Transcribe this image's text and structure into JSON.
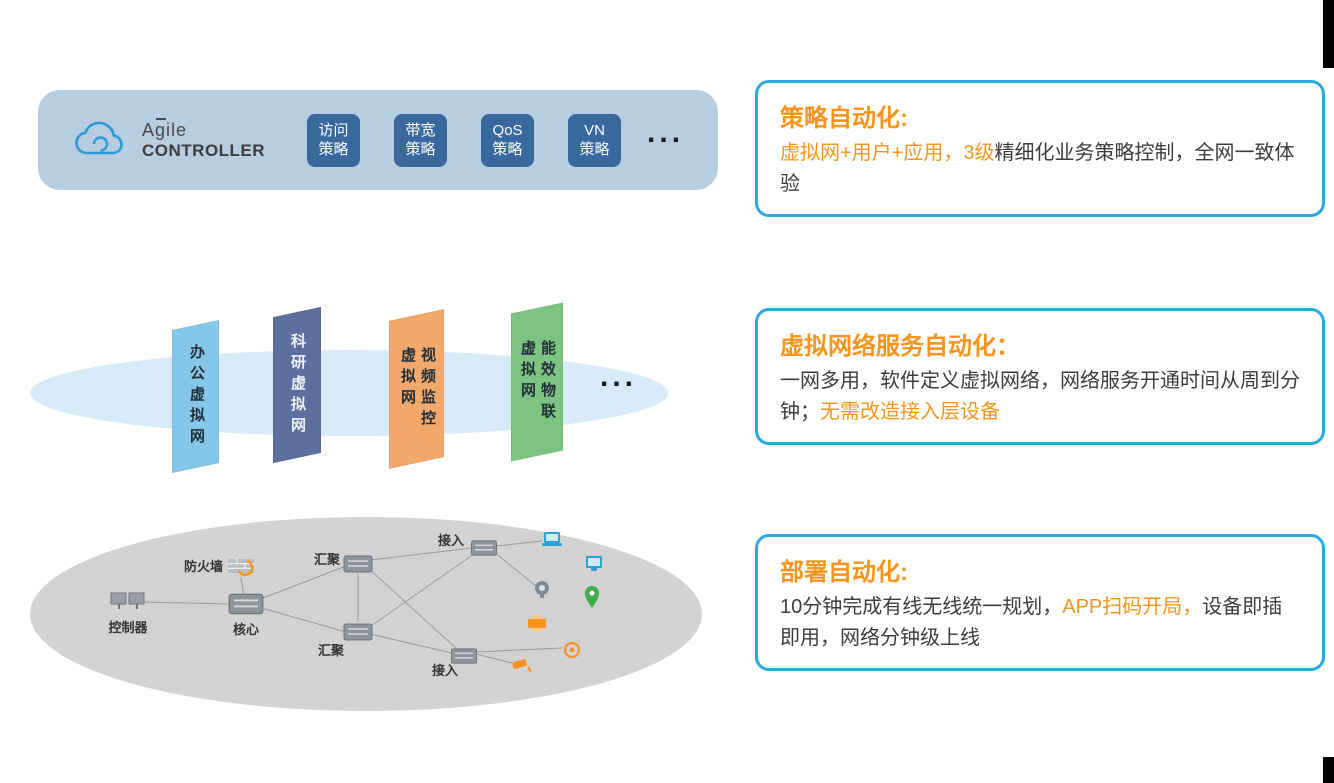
{
  "banner": {
    "brand_top": "Agile",
    "brand_bottom": "CONTROLLER",
    "policies": [
      {
        "line1": "访问",
        "line2": "策略"
      },
      {
        "line1": "带宽",
        "line2": "策略"
      },
      {
        "line1": "QoS",
        "line2": "策略"
      },
      {
        "line1": "VN",
        "line2": "策略"
      }
    ],
    "ellipsis": "..."
  },
  "virtual_layer": {
    "planes": [
      {
        "label": "办公虚拟网",
        "color": "#85c7e9"
      },
      {
        "label": "科研虚拟网",
        "color": "#5c6f9e"
      },
      {
        "label": "视频监控\n虚拟网",
        "color": "#f3a96b"
      },
      {
        "label": "能效物联\n虚拟网",
        "color": "#7dc483"
      }
    ],
    "ellipsis": "..."
  },
  "physical_layer": {
    "labels": {
      "controller": "控制器",
      "firewall": "防火墙",
      "core": "核心",
      "aggregation1": "汇聚",
      "aggregation2": "汇聚",
      "access1": "接入",
      "access2": "接入"
    }
  },
  "callouts": [
    {
      "title": "策略自动化:",
      "segments": [
        {
          "text": "虚拟网+用户+应用，3级",
          "tone": "orange"
        },
        {
          "text": "精细化业务策略控制，全网一致体验",
          "tone": "dark"
        }
      ]
    },
    {
      "title": "虚拟网络服务自动化：",
      "segments": [
        {
          "text": "一网多用，软件定义虚拟网络，网络服务开通时间从周到分钟；",
          "tone": "dark"
        },
        {
          "text": "无需改造接入层设备",
          "tone": "orange"
        }
      ]
    },
    {
      "title": "部署自动化:",
      "segments": [
        {
          "text": "10分钟完成有线无线统一规划，",
          "tone": "dark"
        },
        {
          "text": "APP扫码开局，",
          "tone": "orange"
        },
        {
          "text": "设备即插即用，网络分钟级上线",
          "tone": "dark"
        }
      ]
    }
  ],
  "colors": {
    "banner_bg": "#b7cde1",
    "chip_blue": "#38689e",
    "callout_border": "#29a9e1",
    "accent_orange": "#f7941d",
    "body_text": "#3d3d3d",
    "vn_ellipse": "#d7eaf7",
    "phys_ellipse": "#d3d3d3"
  }
}
